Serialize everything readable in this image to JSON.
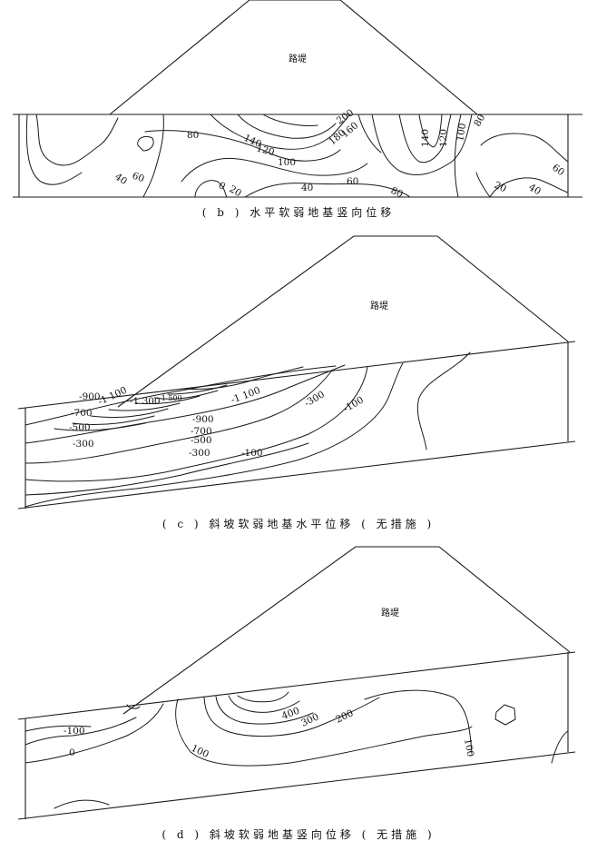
{
  "panels": [
    {
      "id": "b",
      "caption": "( b ) 水平软弱地基竖向位移",
      "embankment_label": "路堤",
      "contour_labels": [
        "200",
        "140",
        "120",
        "180",
        "160",
        "80",
        "100",
        "140",
        "120",
        "100",
        "80",
        "60",
        "40",
        "60",
        "0",
        "20",
        "40",
        "60",
        "80",
        "20",
        "40"
      ]
    },
    {
      "id": "c",
      "caption": "( c ) 斜坡软弱地基水平位移 ( 无措施 )",
      "embankment_label": "路堤",
      "contour_labels": [
        "-900",
        "-1 100",
        "-1 300",
        "-1 500",
        "-1 100",
        "-700",
        "-500",
        "-300",
        "-900",
        "-700",
        "-500",
        "-300",
        "-300",
        "-100",
        "-100"
      ]
    },
    {
      "id": "d",
      "caption": "( d ) 斜坡软弱地基竖向位移 ( 无措施 )",
      "embankment_label": "路堤",
      "contour_labels": [
        "-100",
        "0",
        "400",
        "300",
        "200",
        "100",
        "100"
      ]
    }
  ]
}
